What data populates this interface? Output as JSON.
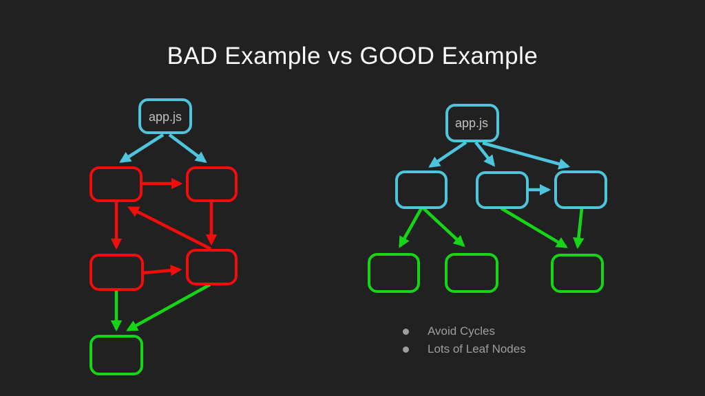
{
  "title": "BAD Example vs GOOD Example",
  "colors": {
    "background": "#212121",
    "title_text": "#fdfdfd",
    "node_label": "#c2c2c2",
    "bullet_text": "#9e9e9e",
    "cyan": "#4ec5dd",
    "red": "#f20d0d",
    "green": "#16d516"
  },
  "bad": {
    "name": "BAD Example",
    "nodes": [
      {
        "id": "app",
        "label": "app.js",
        "color": "cyan"
      },
      {
        "id": "mid-left",
        "label": "",
        "color": "red"
      },
      {
        "id": "mid-right",
        "label": "",
        "color": "red"
      },
      {
        "id": "lower-left",
        "label": "",
        "color": "red"
      },
      {
        "id": "lower-right",
        "label": "",
        "color": "red"
      },
      {
        "id": "leaf",
        "label": "",
        "color": "green"
      }
    ],
    "edges": [
      {
        "from": "app",
        "to": "mid-left",
        "color": "cyan"
      },
      {
        "from": "app",
        "to": "mid-right",
        "color": "cyan"
      },
      {
        "from": "mid-left",
        "to": "mid-right",
        "color": "red"
      },
      {
        "from": "mid-left",
        "to": "lower-left",
        "color": "red"
      },
      {
        "from": "mid-right",
        "to": "lower-right",
        "color": "red"
      },
      {
        "from": "lower-right",
        "to": "mid-left",
        "color": "red"
      },
      {
        "from": "lower-left",
        "to": "lower-right",
        "color": "red"
      },
      {
        "from": "lower-left",
        "to": "leaf",
        "color": "green"
      },
      {
        "from": "lower-right",
        "to": "leaf",
        "color": "green"
      }
    ]
  },
  "good": {
    "name": "GOOD Example",
    "nodes": [
      {
        "id": "app",
        "label": "app.js",
        "color": "cyan"
      },
      {
        "id": "child-left",
        "label": "",
        "color": "cyan"
      },
      {
        "id": "child-mid",
        "label": "",
        "color": "cyan"
      },
      {
        "id": "child-right",
        "label": "",
        "color": "cyan"
      },
      {
        "id": "leaf-left",
        "label": "",
        "color": "green"
      },
      {
        "id": "leaf-mid",
        "label": "",
        "color": "green"
      },
      {
        "id": "leaf-right",
        "label": "",
        "color": "green"
      }
    ],
    "edges": [
      {
        "from": "app",
        "to": "child-left",
        "color": "cyan"
      },
      {
        "from": "app",
        "to": "child-mid",
        "color": "cyan"
      },
      {
        "from": "app",
        "to": "child-right",
        "color": "cyan"
      },
      {
        "from": "child-mid",
        "to": "child-right",
        "color": "cyan"
      },
      {
        "from": "child-left",
        "to": "leaf-left",
        "color": "green"
      },
      {
        "from": "child-left",
        "to": "leaf-mid",
        "color": "green"
      },
      {
        "from": "child-mid",
        "to": "leaf-right",
        "color": "green"
      },
      {
        "from": "child-right",
        "to": "leaf-right",
        "color": "green"
      }
    ]
  },
  "notes": {
    "items": [
      "Avoid Cycles",
      "Lots of Leaf Nodes"
    ]
  }
}
